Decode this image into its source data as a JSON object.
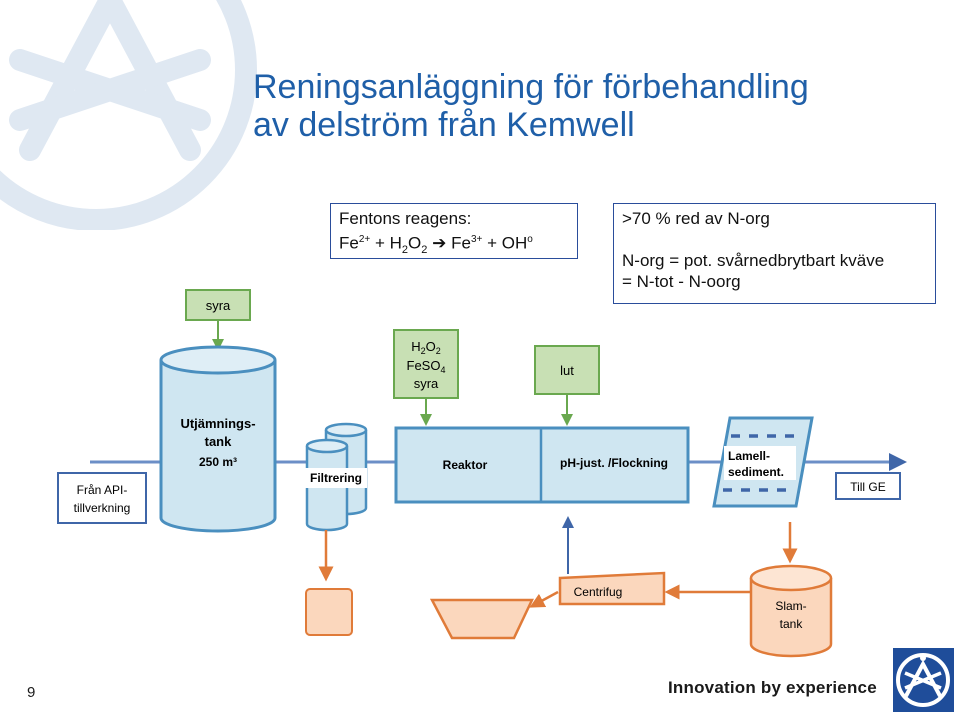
{
  "title": {
    "line1": "Reningsanläggning för förbehandling",
    "line2": "av delström från Kemwell"
  },
  "fenton_box": {
    "label": "Fentons reagens:",
    "fe": "Fe",
    "fe2_sup": "2+",
    "plus1": " + H",
    "h_sub": "2",
    "o": "O",
    "o_sub": "2",
    "arrow": "➔",
    "fe3": " Fe",
    "fe3_sup": "3+",
    "plus2": " + OH",
    "oh_sup": "o"
  },
  "norg_box": {
    "line1": ">70 % red av N-org",
    "line2": "N-org = pot. svårnedbrytbart kväve",
    "line3": "= N-tot - N-oorg"
  },
  "diagram": {
    "syra": "syra",
    "h2o2_h": "H",
    "h2o2_sub1": "2",
    "h2o2_o": "O",
    "h2o2_sub2": "2",
    "feso4_a": "FeSO",
    "feso4_sub": "4",
    "syra2": "syra",
    "lut": "lut",
    "tank_line1": "Utjämnings-",
    "tank_line2": "tank",
    "tank_line3": "250 m³",
    "filtrering": "Filtrering",
    "reaktor": "Reaktor",
    "phjust": "pH-just. /Flockning",
    "lamell_line1": "Lamell-",
    "lamell_line2": "sediment.",
    "till_ge": "Till GE",
    "fran_line1": "Från API-",
    "fran_line2": "tillverkning",
    "centrifug": "Centrifug",
    "slam_line1": "Slam-",
    "slam_line2": "tank"
  },
  "footer": {
    "tagline": "Innovation by experience",
    "page_number": "9"
  },
  "colors": {
    "title": "#1f5fa8",
    "vessel_fill": "#cfe6f1",
    "vessel_stroke": "#4a8fbf",
    "green_box": "#c8e0b4",
    "green_stroke": "#6aa84f",
    "orange": "#e07b39",
    "arrow_blue": "#3f66a8"
  }
}
